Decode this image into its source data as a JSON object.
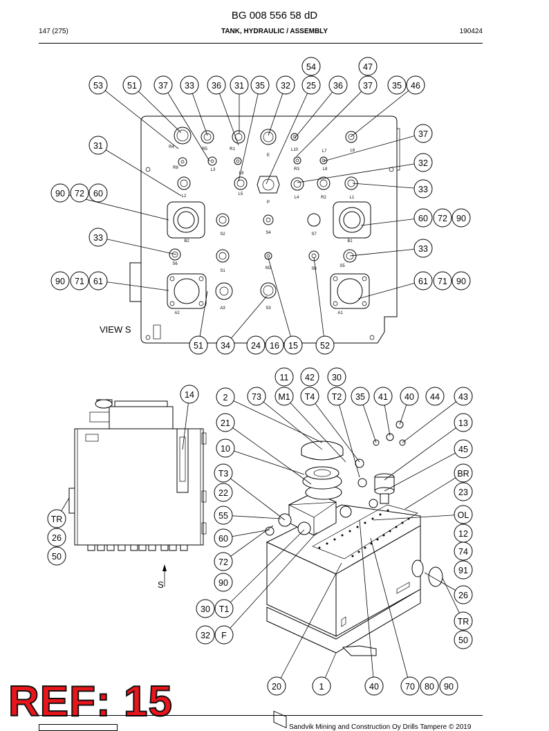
{
  "header": {
    "doc_number": "BG 008 556 58 dD",
    "page": "147 (275)",
    "title": "TANK, HYDRAULIC / ASSEMBLY",
    "code": "190424"
  },
  "view_label": "VIEW S",
  "s_arrow_label": "S",
  "port_labels": [
    "R4",
    "R8",
    "R5",
    "L3",
    "R1",
    "L9",
    "L5",
    "E",
    "L10",
    "R3",
    "L7",
    "L8",
    "L6",
    "L2",
    "L4",
    "R2",
    "L1",
    "P",
    "B2",
    "S2",
    "S4",
    "S7",
    "B1",
    "S6",
    "S1",
    "M2",
    "S8",
    "S5",
    "A2",
    "A3",
    "S3",
    "A1"
  ],
  "balloons_top": [
    "53",
    "51",
    "37",
    "33",
    "36",
    "31",
    "35",
    "32",
    "25",
    "36",
    "37",
    "35",
    "46",
    "54",
    "47",
    "31",
    "37",
    "32",
    "33",
    "90",
    "72",
    "60",
    "33",
    "60",
    "72",
    "90",
    "33",
    "90",
    "71",
    "61",
    "61",
    "71",
    "90",
    "51",
    "34",
    "24",
    "16",
    "15",
    "52"
  ],
  "balloons_bottom": [
    "11",
    "42",
    "30",
    "14",
    "2",
    "73",
    "M1",
    "T4",
    "T2",
    "35",
    "41",
    "40",
    "44",
    "43",
    "21",
    "13",
    "10",
    "45",
    "T3",
    "BR",
    "22",
    "23",
    "55",
    "OL",
    "12",
    "60",
    "74",
    "TR",
    "26",
    "50",
    "72",
    "91",
    "90",
    "26",
    "30",
    "T1",
    "TR",
    "50",
    "32",
    "F",
    "20",
    "1",
    "40",
    "70",
    "80",
    "90"
  ],
  "ref_stamp": "REF: 15",
  "footer": {
    "copyright": "Sandvik Mining and Construction Oy Drills Tampere © 2019"
  }
}
